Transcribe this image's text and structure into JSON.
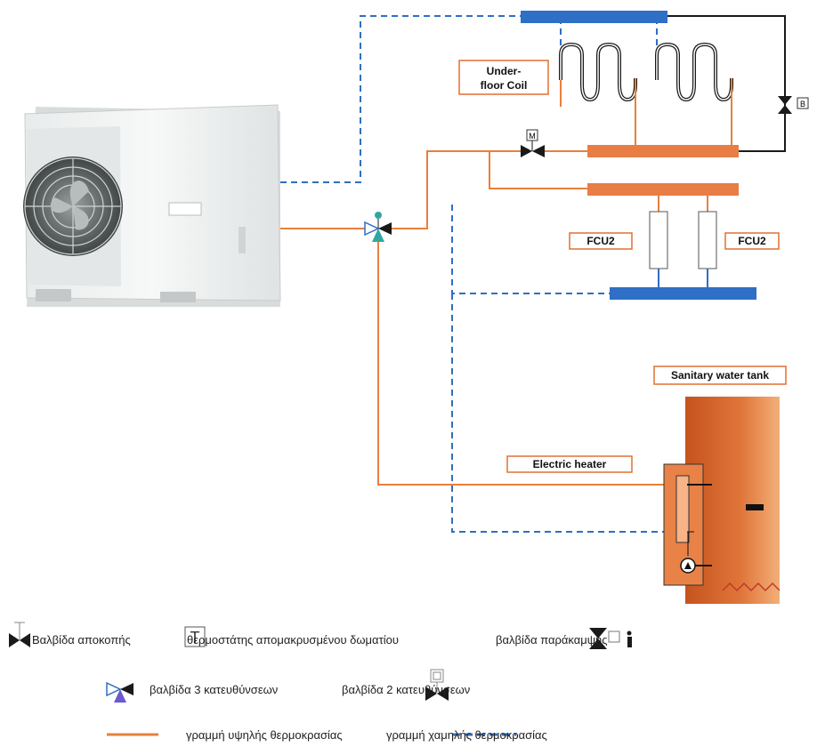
{
  "colors": {
    "hot_line": "#e8803c",
    "cold_line": "#2f6fbf",
    "manifold_hot": "#e87d45",
    "manifold_cold": "#2f6fc6",
    "label_border": "#e07030",
    "tank": "#d9682f"
  },
  "labels": {
    "underfloor": [
      "Under-",
      "floor Coil"
    ],
    "fcu_left": "FCU2",
    "fcu_right": "FCU2",
    "tank": "Sanitary water tank",
    "heater": "Electric heater",
    "motor_valve": "M",
    "bypass_valve": "B"
  },
  "legend": {
    "shutoff_valve": "Βαλβίδα αποκοπής",
    "thermostat": "θερμοστάτης απομακρυσμένου δωματίου",
    "bypass_valve": "βαλβίδα παράκαμψης",
    "three_way_valve": "βαλβίδα 3 κατευθύνσεων",
    "two_way_valve": "βαλβίδα 2 κατευθύνσεων",
    "hot_line": "γραμμή υψηλής θερμοκρασίας",
    "cold_line": "γραμμή χαμηλής θερμοκρασίας"
  },
  "icons": {
    "heat_pump": "outdoor-heat-pump-unit",
    "shutoff": "bowtie-valve-icon",
    "three_way": "three-way-valve-icon",
    "pump": "circulation-pump-icon"
  }
}
